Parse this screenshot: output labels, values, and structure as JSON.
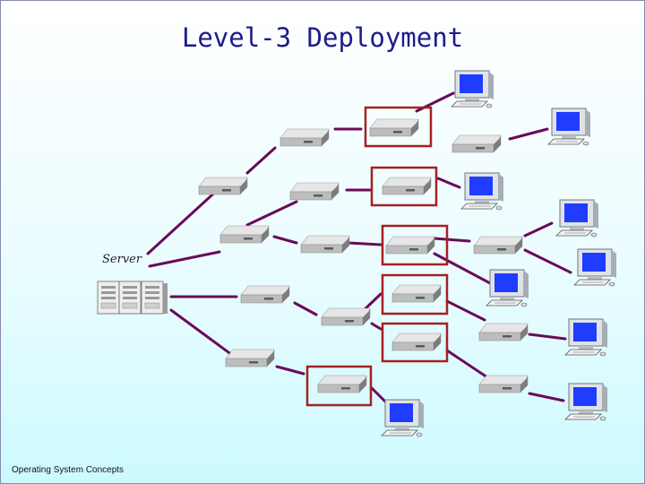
{
  "slide": {
    "title": "Level-3 Deployment",
    "server_label": "Server",
    "footer": "Operating System Concepts"
  },
  "icons": {
    "server": "server-rack-icon",
    "router": "router-icon",
    "computer": "computer-icon"
  },
  "colors": {
    "link": "#6a0a5a",
    "highlight": "#a52020",
    "title": "#1c1c8c",
    "screen": "#1f3cff"
  }
}
